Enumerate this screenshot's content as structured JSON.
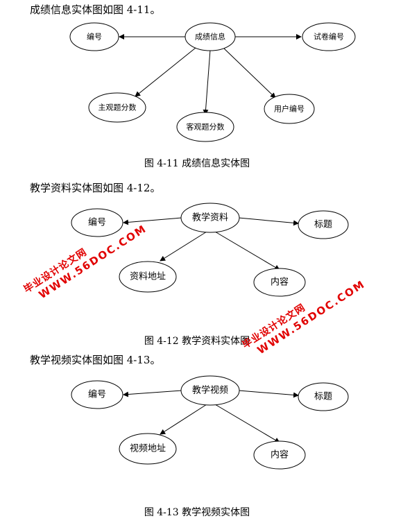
{
  "section1": {
    "intro": "成绩信息实体图如图 4-11。",
    "caption": "图 4-11 成绩信息实体图",
    "entity": "成绩信息",
    "attributes": [
      "编号",
      "试卷编号",
      "主观题分数",
      "客观题分数",
      "用户编号"
    ]
  },
  "section2": {
    "intro": "教学资料实体图如图 4-12。",
    "caption": "图 4-12 教学资料实体图",
    "entity": "教学资料",
    "attributes": [
      "编号",
      "标题",
      "资料地址",
      "内容"
    ]
  },
  "section3": {
    "intro": "教学视频实体图如图 4-13。",
    "caption": "图 4-13 教学视频实体图",
    "entity": "教学视频",
    "attributes": [
      "编号",
      "标题",
      "视频地址",
      "内容"
    ]
  },
  "watermark": {
    "line1": "毕业设计论文网",
    "line2": "WWW.56DOC.COM",
    "color": "#e10000"
  }
}
